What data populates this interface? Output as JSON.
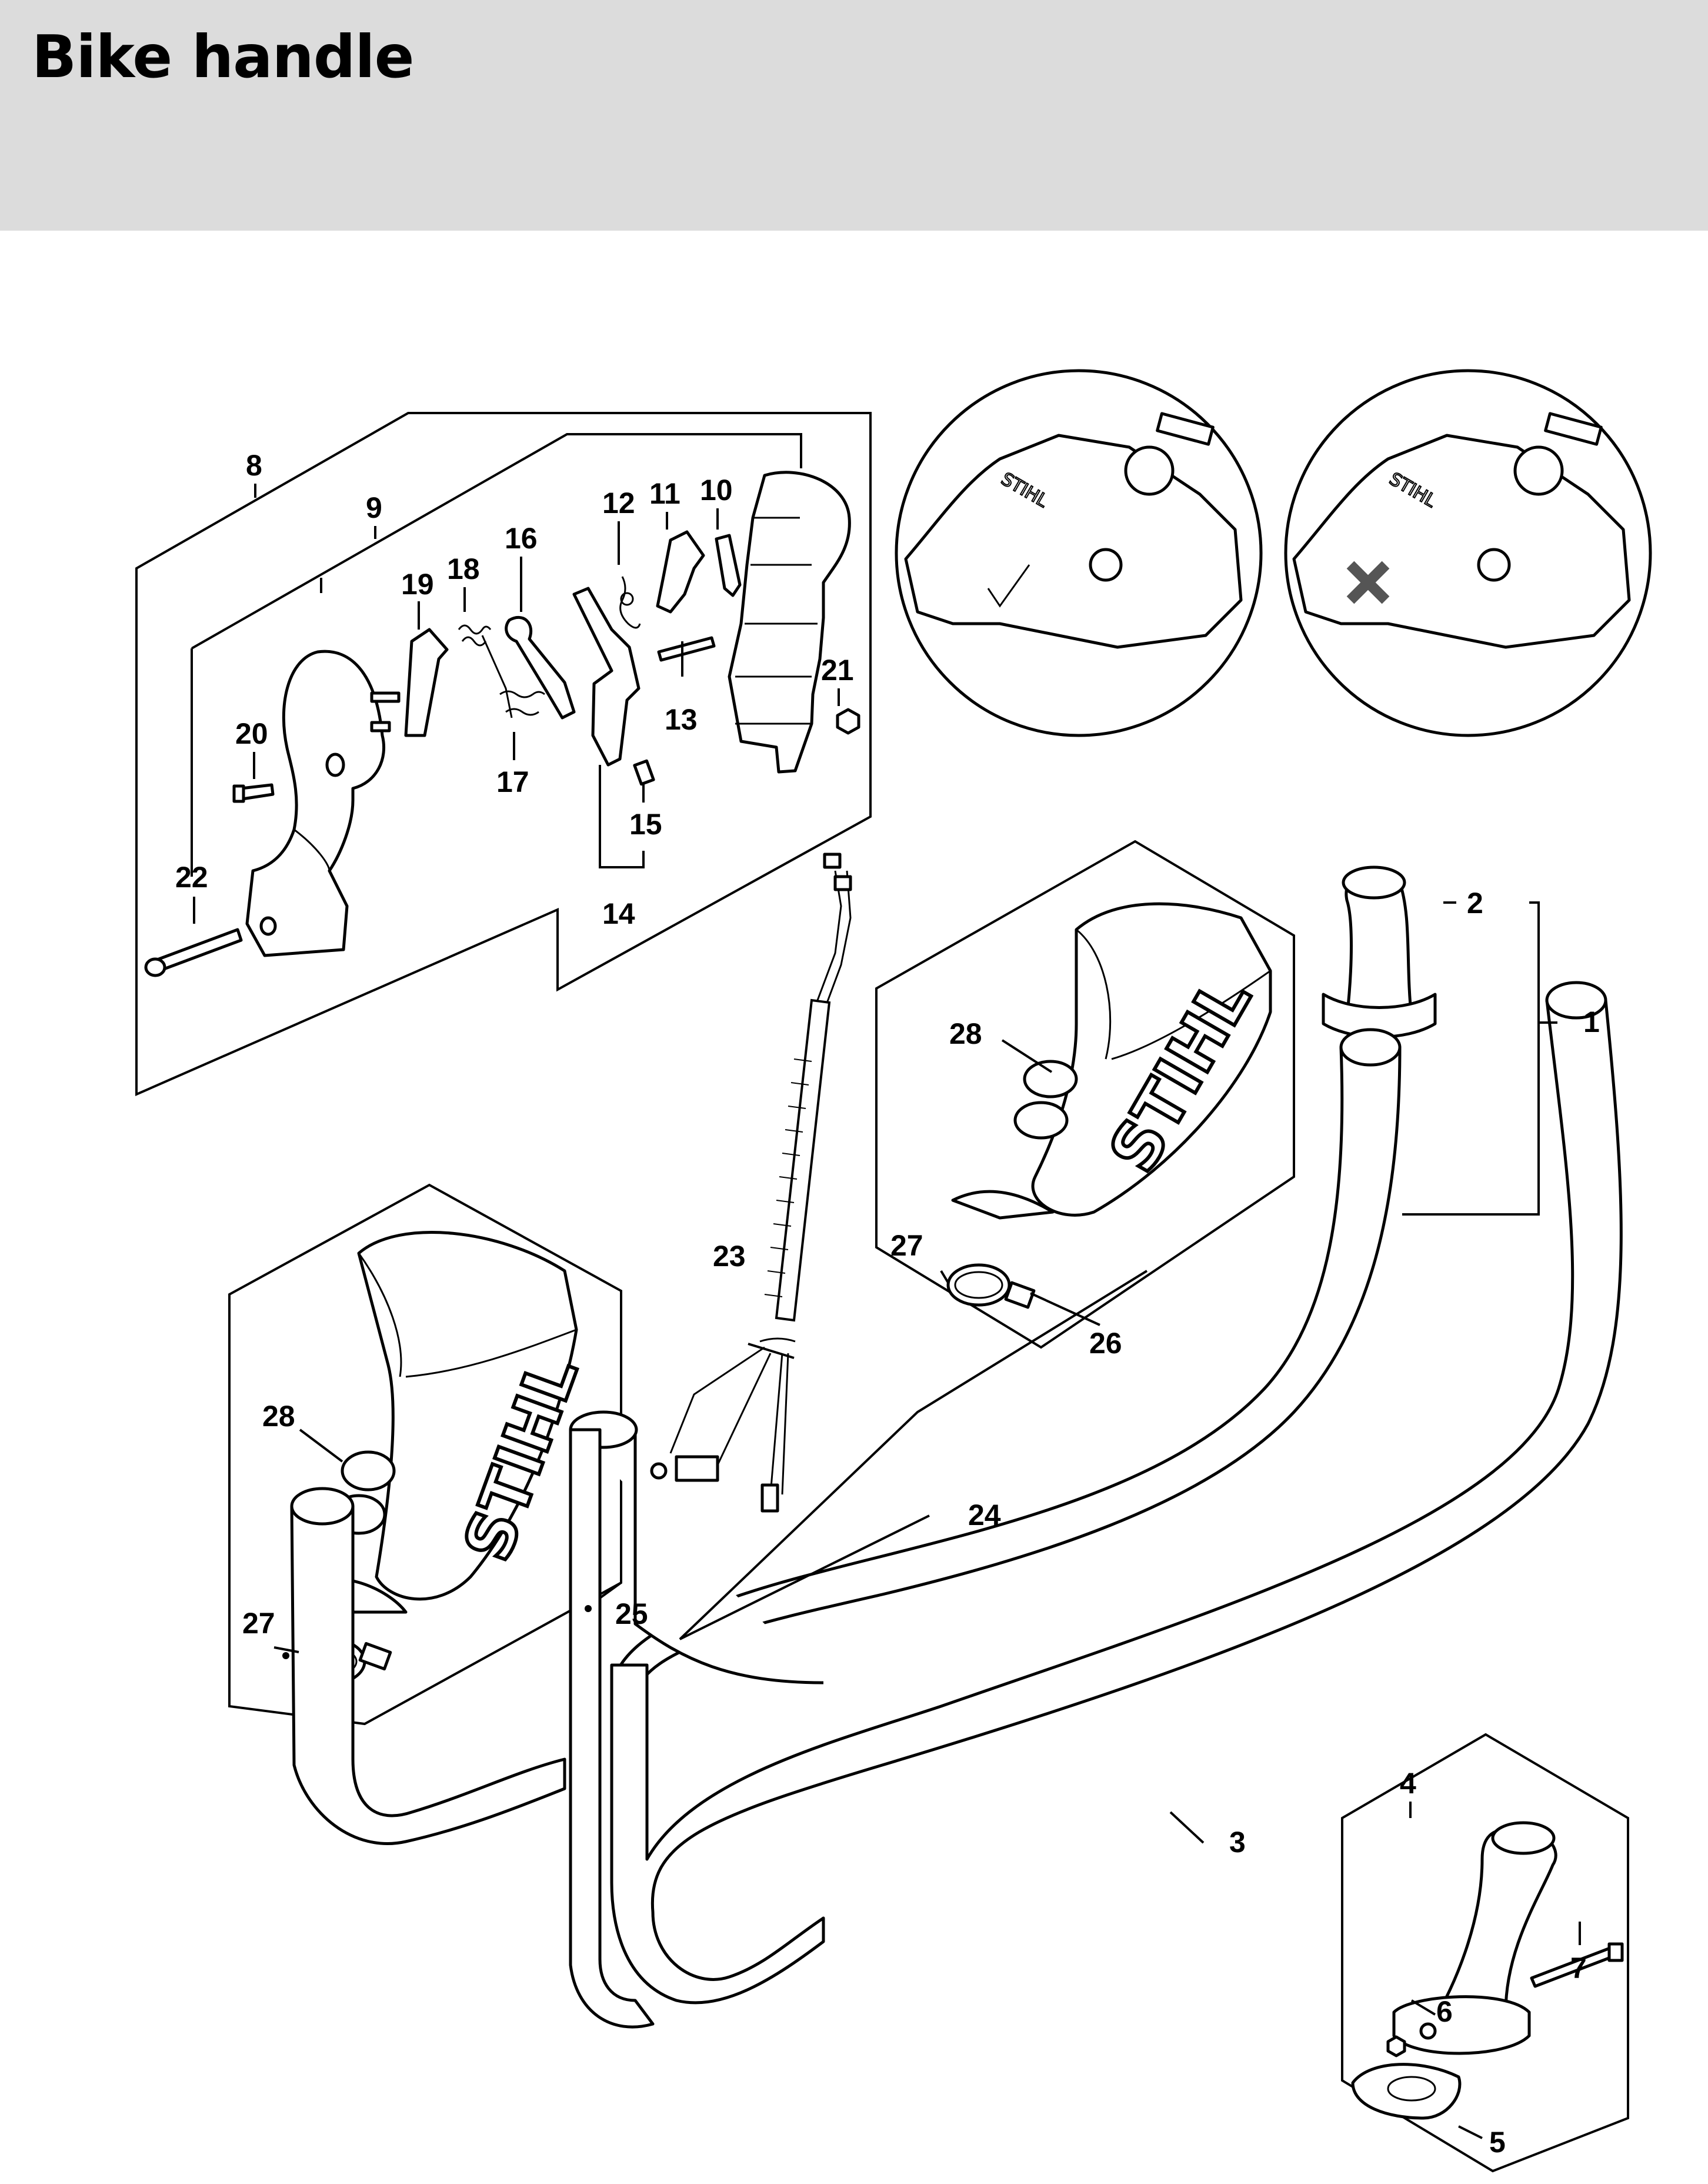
{
  "header": {
    "title": "Bike handle"
  },
  "diagram": {
    "callouts": [
      "1",
      "2",
      "3",
      "4",
      "5",
      "6",
      "7",
      "8",
      "9",
      "10",
      "11",
      "12",
      "13",
      "14",
      "15",
      "16",
      "17",
      "18",
      "19",
      "20",
      "21",
      "22",
      "23",
      "24",
      "25",
      "26",
      "27",
      "27",
      "28",
      "28"
    ],
    "logo_text": "STIHL"
  }
}
